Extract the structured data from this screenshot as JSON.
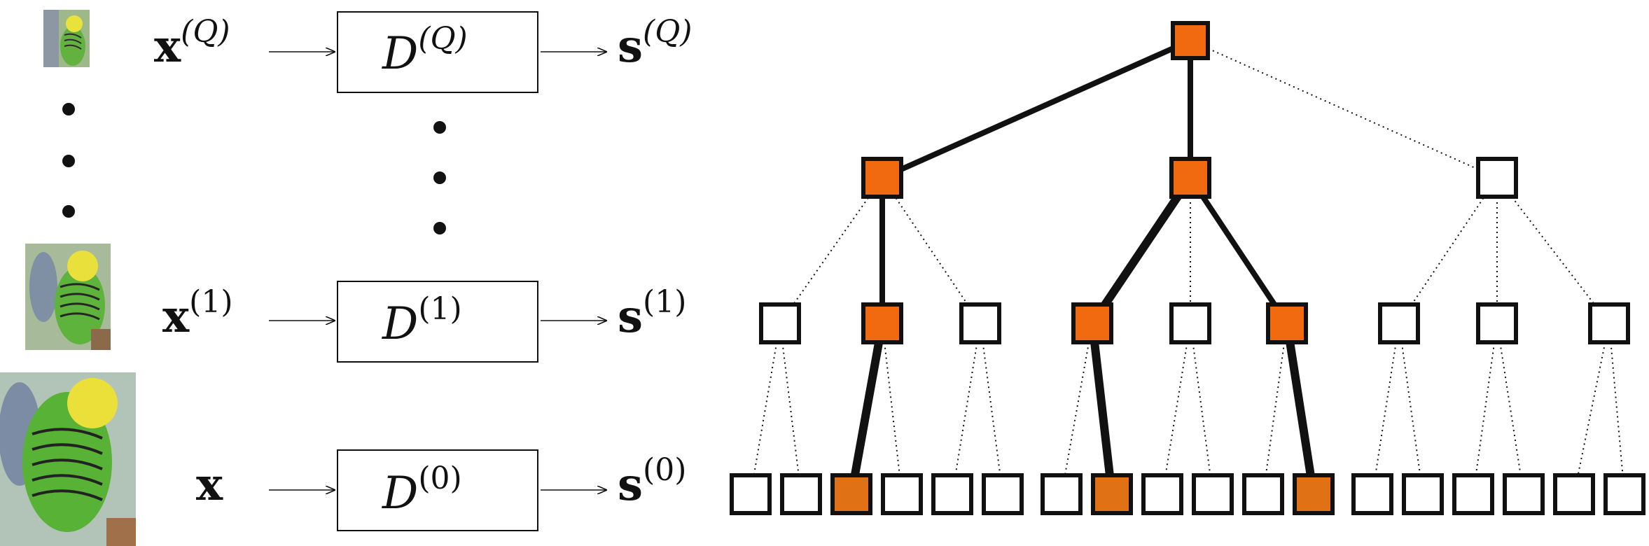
{
  "colors": {
    "selected_node": "#F26A0F",
    "selected_leaf": "#E07115",
    "node_stroke": "#111111",
    "thumbnail_bg": "#7fae62"
  },
  "left_panel": {
    "thumbnails": [
      "parakeet-photo-small",
      "parakeet-photo-medium",
      "parakeet-photo-large"
    ],
    "rows": [
      {
        "input_base": "x",
        "input_sup": "(Q)",
        "box_base": "D",
        "box_sup": "(Q)",
        "output_base": "s",
        "output_sup": "(Q)"
      },
      {
        "input_base": "x",
        "input_sup": "(1)",
        "box_base": "D",
        "box_sup": "(1)",
        "output_base": "s",
        "output_sup": "(1)"
      },
      {
        "input_base": "x",
        "input_sup": "",
        "box_base": "D",
        "box_sup": "(0)",
        "output_base": "s",
        "output_sup": "(0)"
      }
    ]
  },
  "tree": {
    "level_counts": [
      1,
      3,
      9,
      18
    ],
    "selected": {
      "level0": [
        0
      ],
      "level1": [
        0,
        1
      ],
      "level2": [
        1,
        3,
        5
      ],
      "level3": [
        2,
        7,
        11
      ]
    }
  }
}
